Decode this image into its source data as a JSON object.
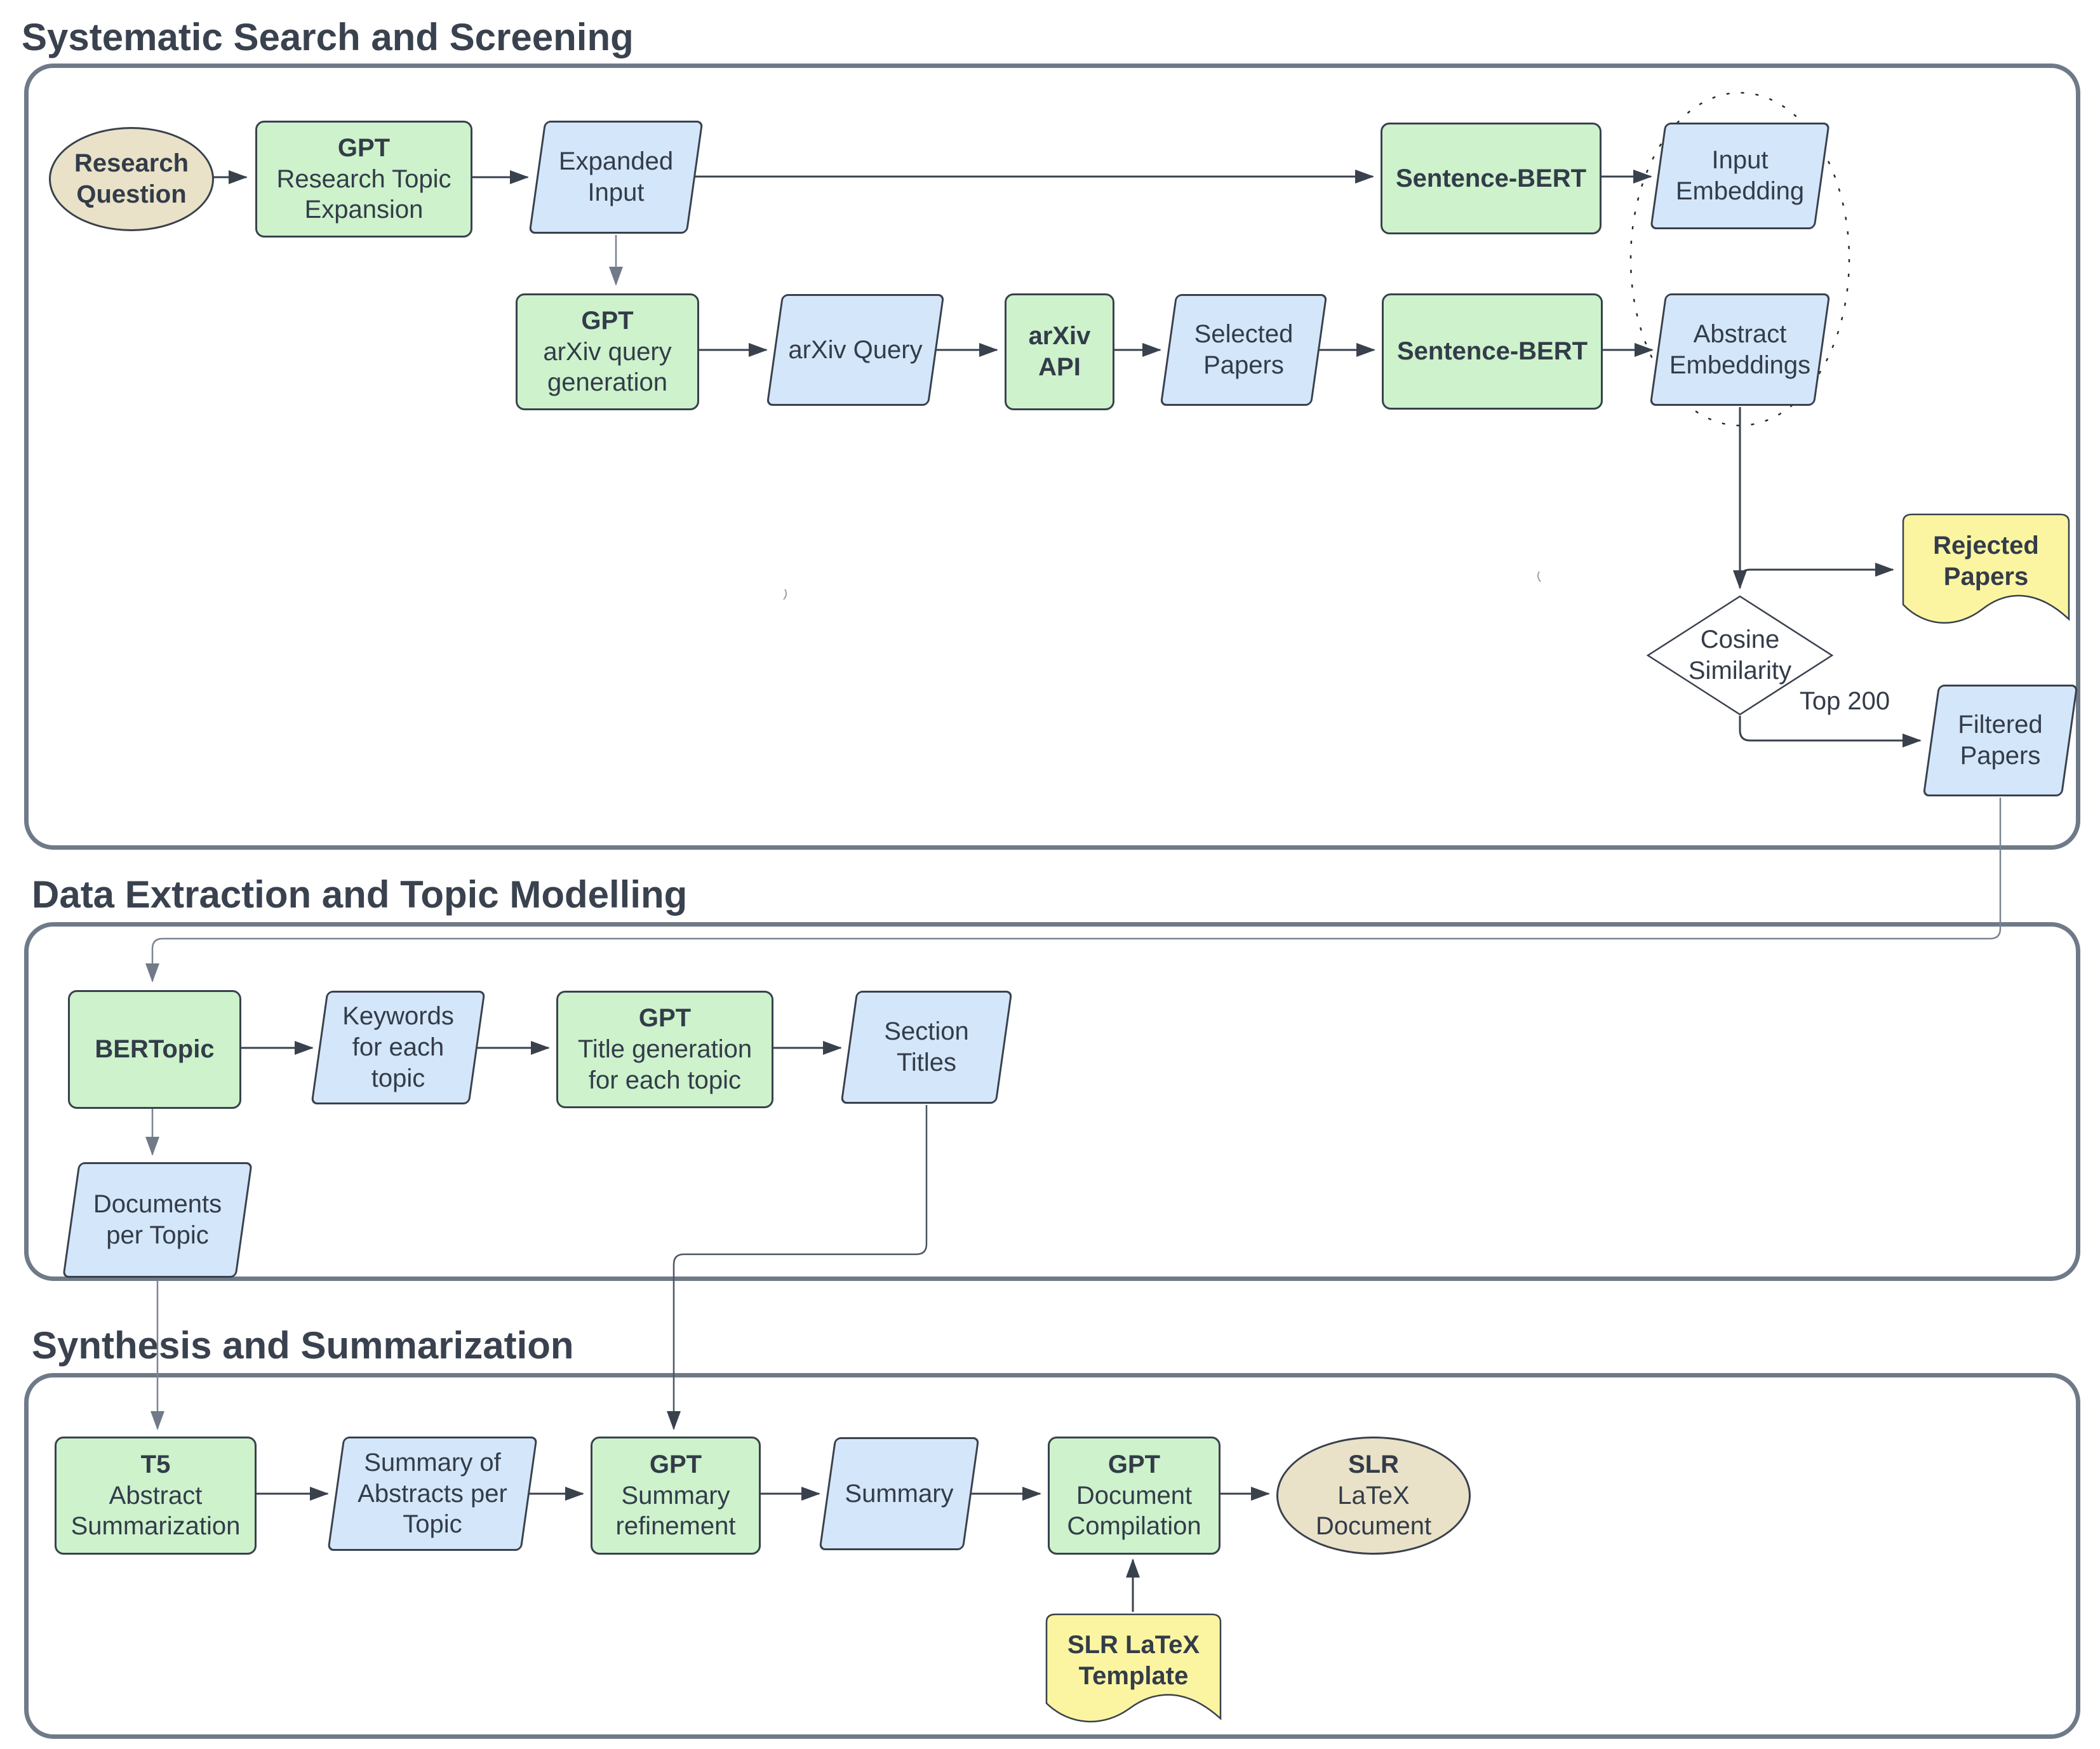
{
  "titles": {
    "s1": "Systematic Search and Screening",
    "s2": "Data Extraction and Topic Modelling",
    "s3": "Synthesis and Summarization"
  },
  "nodes": {
    "research_question": {
      "l1": "Research",
      "l2": "Question"
    },
    "gpt_rte": {
      "l1": "GPT",
      "l2": "Research Topic",
      "l3": "Expansion"
    },
    "expanded_input": {
      "l1": "Expanded",
      "l2": "Input"
    },
    "sentence_bert_1": {
      "l1": "Sentence-BERT"
    },
    "input_embedding": {
      "l1": "Input",
      "l2": "Embedding"
    },
    "gpt_arxiv_query_gen": {
      "l1": "GPT",
      "l2": "arXiv query",
      "l3": "generation"
    },
    "arxiv_query": {
      "l1": "arXiv Query"
    },
    "arxiv_api": {
      "l1": "arXiv",
      "l2": "API"
    },
    "selected_papers": {
      "l1": "Selected",
      "l2": "Papers"
    },
    "sentence_bert_2": {
      "l1": "Sentence-BERT"
    },
    "abstract_embeddings": {
      "l1": "Abstract",
      "l2": "Embeddings"
    },
    "cosine_similarity": {
      "l1": "Cosine",
      "l2": "Similarity"
    },
    "rejected_papers": {
      "l1": "Rejected",
      "l2": "Papers"
    },
    "filtered_papers": {
      "l1": "Filtered",
      "l2": "Papers"
    },
    "bertopic": {
      "l1": "BERTopic"
    },
    "keywords_per_topic": {
      "l1": "Keywords",
      "l2": "for each",
      "l3": "topic"
    },
    "gpt_title_gen": {
      "l1": "GPT",
      "l2": "Title generation",
      "l3": "for each topic"
    },
    "section_titles": {
      "l1": "Section",
      "l2": "Titles"
    },
    "documents_per_topic": {
      "l1": "Documents",
      "l2": "per Topic"
    },
    "t5": {
      "l1": "T5",
      "l2": "Abstract",
      "l3": "Summarization"
    },
    "summary_abstracts": {
      "l1": "Summary of",
      "l2": "Abstracts per",
      "l3": "Topic"
    },
    "gpt_summary_refinement": {
      "l1": "GPT",
      "l2": "Summary",
      "l3": "refinement"
    },
    "summary": {
      "l1": "Summary"
    },
    "gpt_doc_compilation": {
      "l1": "GPT",
      "l2": "Document",
      "l3": "Compilation"
    },
    "slr_latex_document": {
      "l1": "SLR",
      "l2": "LaTeX",
      "l3": "Document"
    },
    "slr_latex_template": {
      "l1": "SLR LaTeX",
      "l2": "Template"
    }
  },
  "edge_labels": {
    "top_200": "Top 200"
  },
  "colors": {
    "process_green": "#cdf2cc",
    "data_blue": "#d4e6f9",
    "terminator_tan": "#e9e2c8",
    "document_yellow": "#fbf5a2",
    "line_dark": "#39414d",
    "line_gray": "#7b8492",
    "section_border": "#6f7a88",
    "text": "#333c49"
  }
}
